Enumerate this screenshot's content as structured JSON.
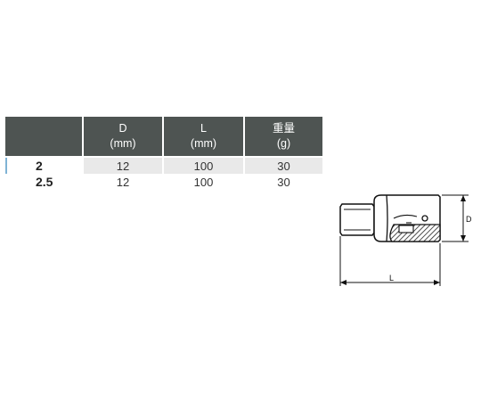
{
  "table": {
    "headers": [
      {
        "line1": "",
        "line2": ""
      },
      {
        "line1": "D",
        "line2": "(mm)"
      },
      {
        "line1": "L",
        "line2": "(mm)"
      },
      {
        "line1": "重量",
        "line2": "(g)"
      }
    ],
    "rows": [
      {
        "size": "2",
        "D": "12",
        "L": "100",
        "weight": "30"
      },
      {
        "size": "2.5",
        "D": "12",
        "L": "100",
        "weight": "30"
      }
    ]
  },
  "drawing": {
    "dim_D": "D",
    "dim_L": "L"
  }
}
